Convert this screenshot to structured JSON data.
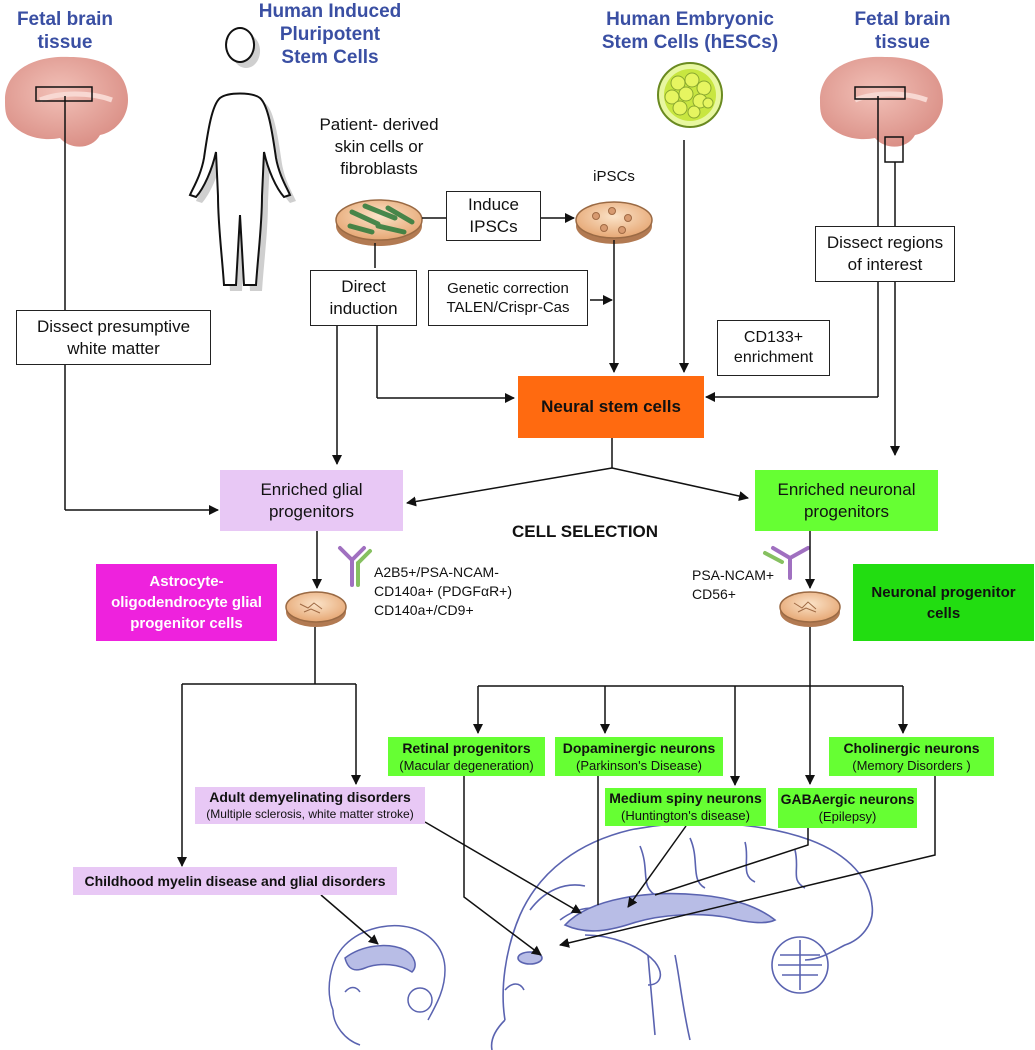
{
  "sources": {
    "fetal_left": "Fetal brain tissue",
    "ipsc": "Human Induced Pluripotent Stem Cells",
    "hesc": "Human Embryonic Stem Cells (hESCs)",
    "fetal_right": "Fetal brain tissue"
  },
  "steps": {
    "patient_cells": "Patient- derived skin cells or fibroblasts",
    "ipscs_label": "iPSCs",
    "induce": "Induce IPSCs",
    "direct_induction": "Direct induction",
    "genetic_correction": "Genetic correction",
    "talen": "TALEN/Crispr-Cas",
    "dissect_white": "Dissect presumptive white matter",
    "dissect_regions": "Dissect regions of interest",
    "cd133": "CD133+ enrichment"
  },
  "central": {
    "neural_stem": "Neural stem cells",
    "glial_prog": "Enriched glial progenitors",
    "neuronal_prog": "Enriched neuronal progenitors",
    "cell_selection": "CELL SELECTION"
  },
  "markers": {
    "glial": [
      "A2B5+/PSA-NCAM-",
      "CD140a+ (PDGFαR+)",
      "CD140a+/CD9+"
    ],
    "neuronal": [
      "PSA-NCAM+",
      "CD56+"
    ]
  },
  "outputs": {
    "astro": "Astrocyte- oligodendrocyte glial progenitor cells",
    "neuronal_cells": "Neuronal progenitor cells"
  },
  "diseases": {
    "retinal": {
      "title": "Retinal progenitors",
      "sub": "(Macular degeneration)"
    },
    "dopaminergic": {
      "title": "Dopaminergic neurons",
      "sub": "(Parkinson's Disease)"
    },
    "cholinergic": {
      "title": "Cholinergic neurons",
      "sub": "(Memory Disorders )"
    },
    "medium_spiny": {
      "title": "Medium spiny neurons",
      "sub": "(Huntington's disease)"
    },
    "gaba": {
      "title": "GABAergic neurons",
      "sub": "(Epilepsy)"
    },
    "adult_demyelinating": {
      "title": "Adult demyelinating disorders",
      "sub": "(Multiple sclerosis, white matter stroke)"
    },
    "childhood": {
      "title": "Childhood myelin disease and glial disorders"
    }
  },
  "colors": {
    "title_blue": "#3a4fa3",
    "neural_orange": "#ff6a10",
    "green": "#66ff33",
    "dark_green": "#22dd11",
    "lilac": "#e8c8f5",
    "magenta": "#ee22dd",
    "brain_pink": "#e7a69c",
    "brain_outline": "#5a63b0"
  },
  "icons": [
    "brain-tissue-icon",
    "human-silhouette-icon",
    "petri-dish-icon",
    "embryonic-stem-cell-icon",
    "antibody-icon",
    "brain-sagittal-icon"
  ]
}
